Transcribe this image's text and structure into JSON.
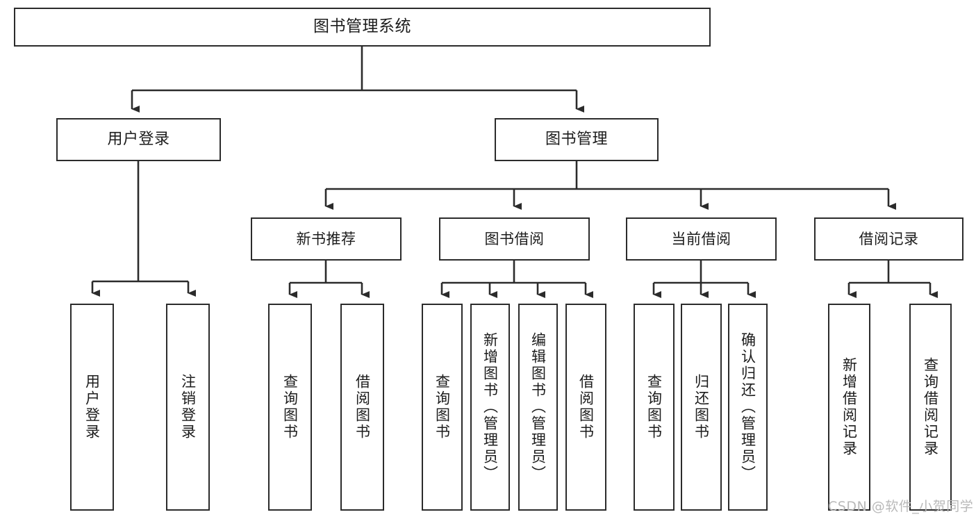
{
  "diagram": {
    "title": "图书管理系统",
    "type": "tree-hierarchy-diagram",
    "orientation": "top-down",
    "colors": {
      "box_border": "#2b2b2b",
      "box_fill": "#ffffff",
      "edge": "#2b2b2b",
      "text": "#1c1c1c",
      "watermark": "#b9b9b9",
      "background": "#ffffff"
    }
  },
  "nodes": {
    "root": {
      "label": "图书管理系统"
    },
    "level2": [
      {
        "label": "用户登录"
      },
      {
        "label": "图书管理"
      }
    ],
    "level3": [
      {
        "label": "新书推荐"
      },
      {
        "label": "图书借阅"
      },
      {
        "label": "当前借阅"
      },
      {
        "label": "借阅记录"
      }
    ],
    "leaves": {
      "user_login": [
        {
          "label": "用户登录"
        },
        {
          "label": "注销登录"
        }
      ],
      "new_book_recommend": [
        {
          "label": "查询图书"
        },
        {
          "label": "借阅图书"
        }
      ],
      "book_borrow": [
        {
          "label": "查询图书"
        },
        {
          "label": "新增图书（管理员）"
        },
        {
          "label": "编辑图书（管理员）"
        },
        {
          "label": "借阅图书"
        }
      ],
      "current_borrow": [
        {
          "label": "查询图书"
        },
        {
          "label": "归还图书"
        },
        {
          "label": "确认归还（管理员）"
        }
      ],
      "borrow_record": [
        {
          "label": "新增借阅记录"
        },
        {
          "label": "查询借阅记录"
        }
      ]
    }
  },
  "watermark": {
    "text": "CSDN @软件_小贺同学"
  }
}
